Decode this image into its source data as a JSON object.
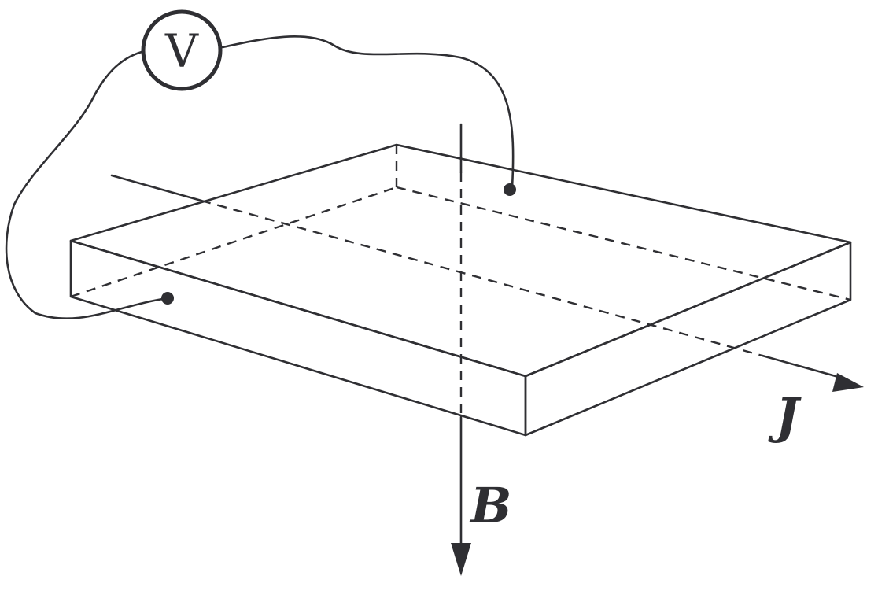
{
  "labels": {
    "current": "J",
    "field": "B",
    "meter": "V"
  },
  "colors": {
    "ink": "#2f2f33",
    "background": "#ffffff"
  }
}
